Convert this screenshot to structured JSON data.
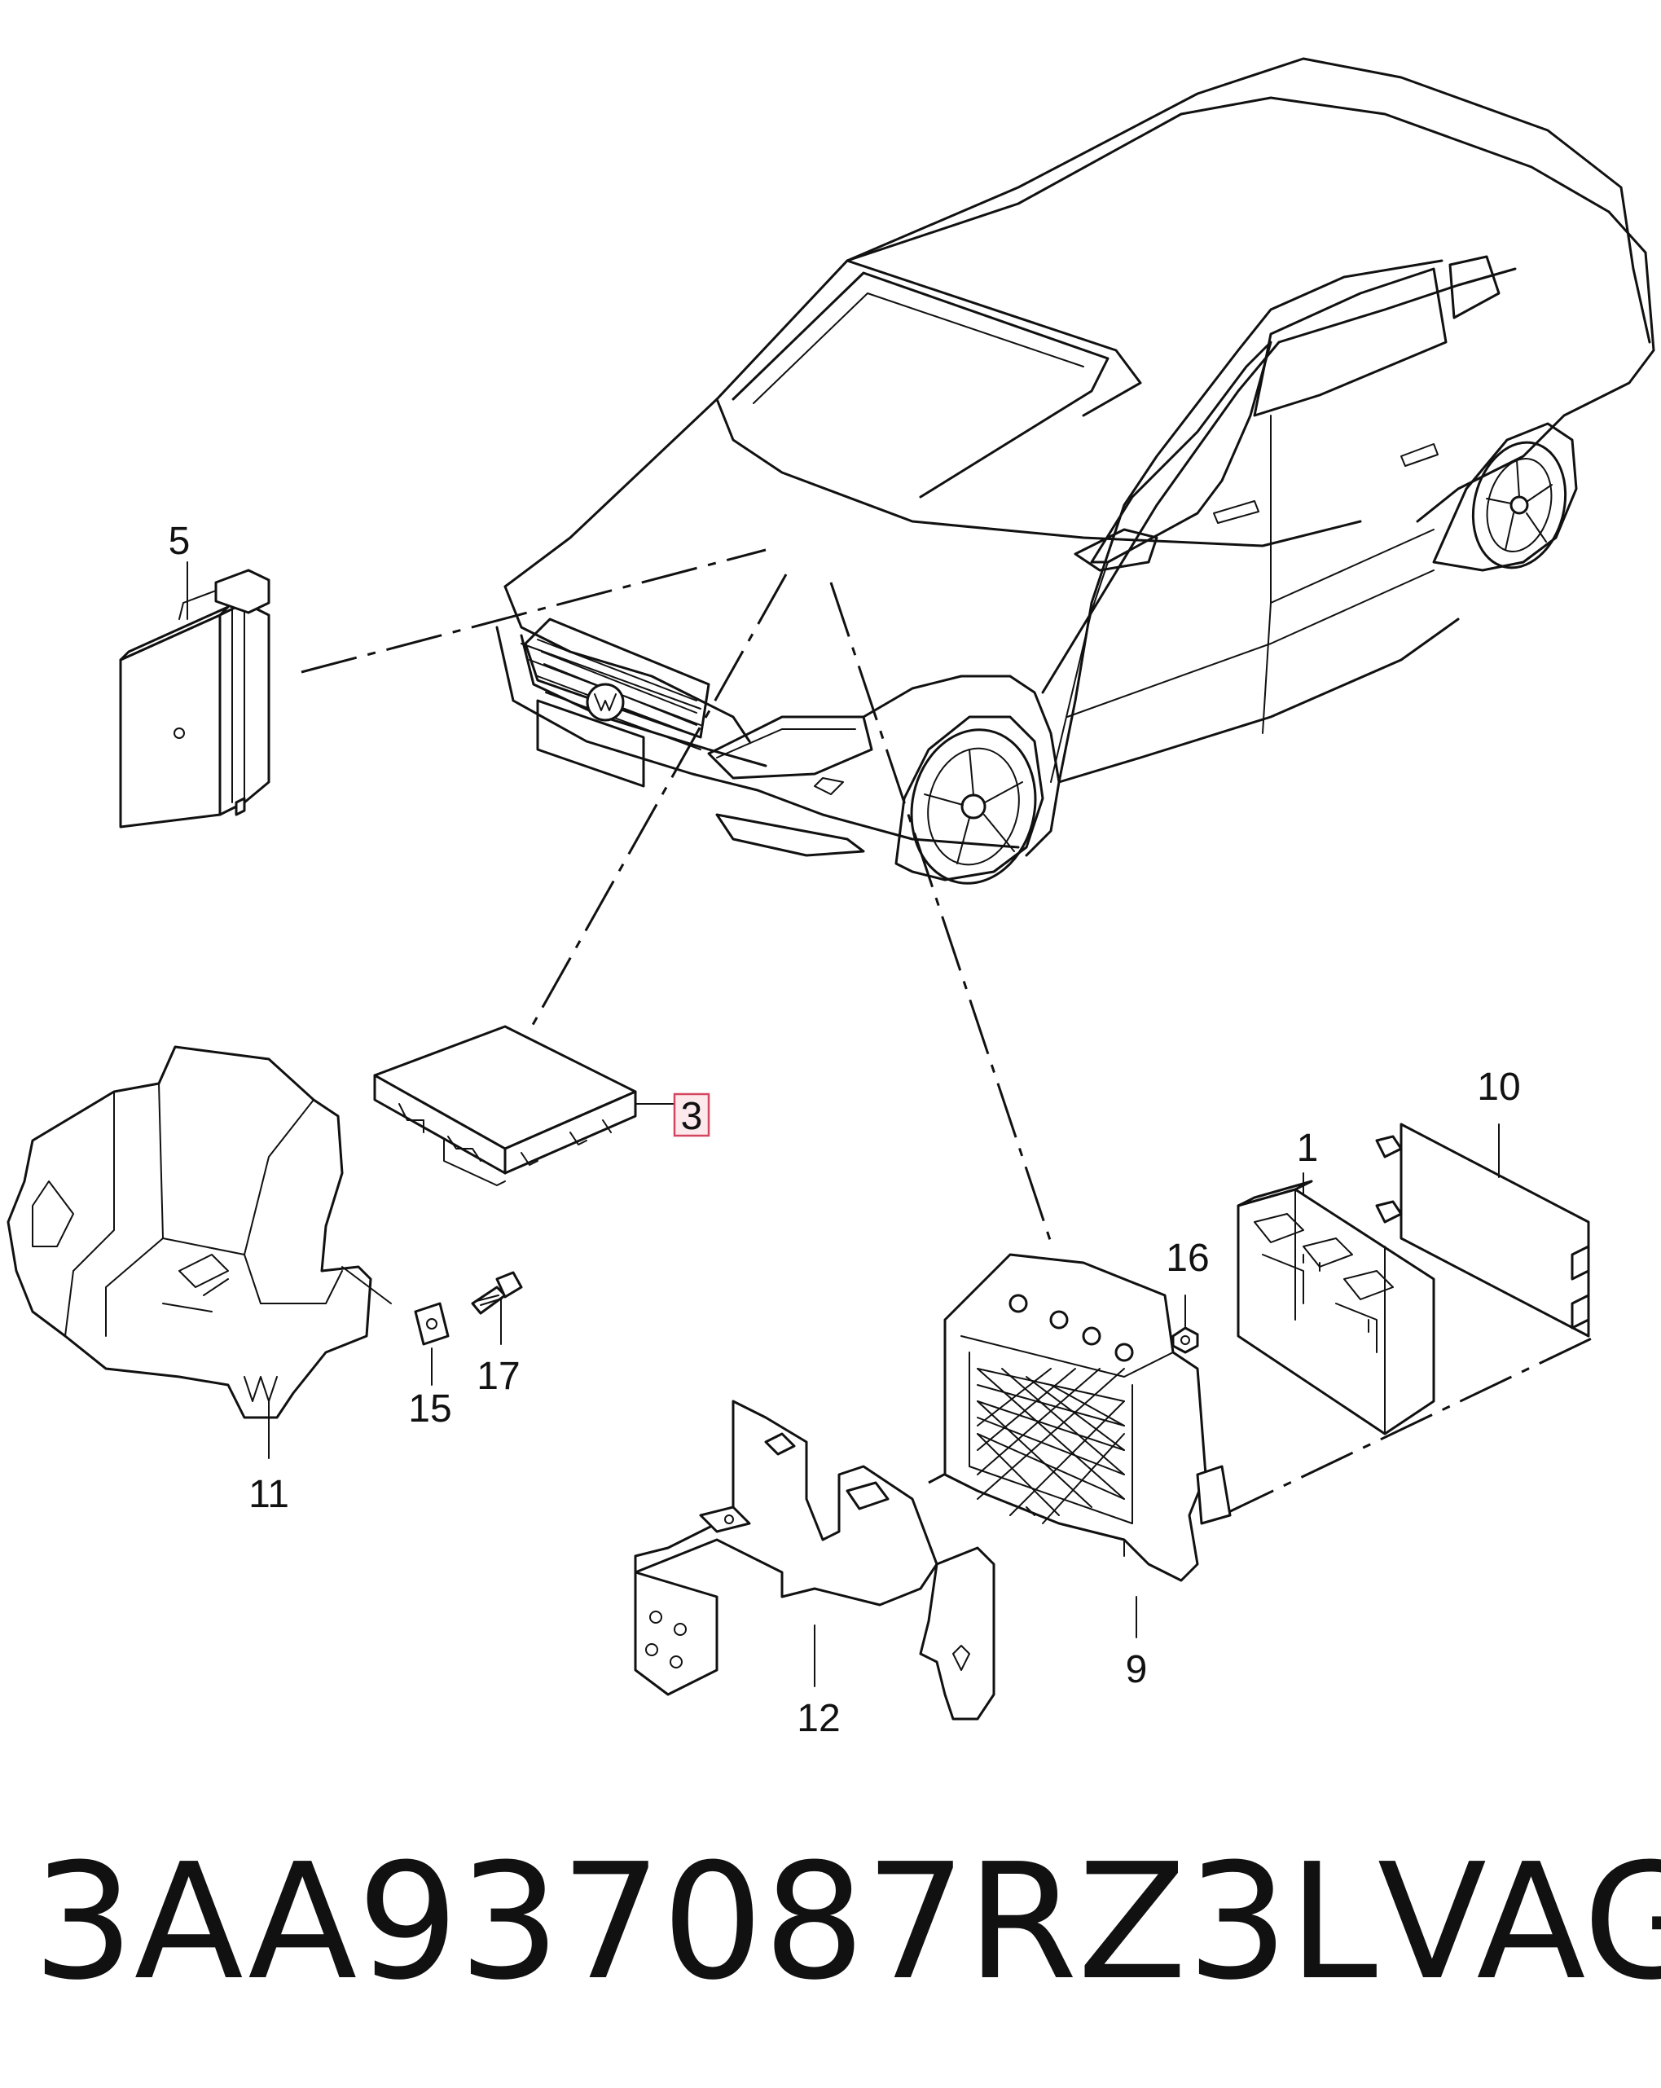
{
  "callouts": {
    "p1": "1",
    "p3": "3",
    "p5": "5",
    "p9": "9",
    "p10": "10",
    "p11": "11",
    "p12": "12",
    "p15": "15",
    "p16": "16",
    "p17": "17"
  },
  "highlighted_callout": "3",
  "caption": {
    "part_number": "3AA937087RZ3L",
    "brand": "VAG"
  },
  "colors": {
    "line": "#111111",
    "highlight_fill": "#fde9ec",
    "highlight_stroke": "#d4455f",
    "background": "#ffffff"
  }
}
